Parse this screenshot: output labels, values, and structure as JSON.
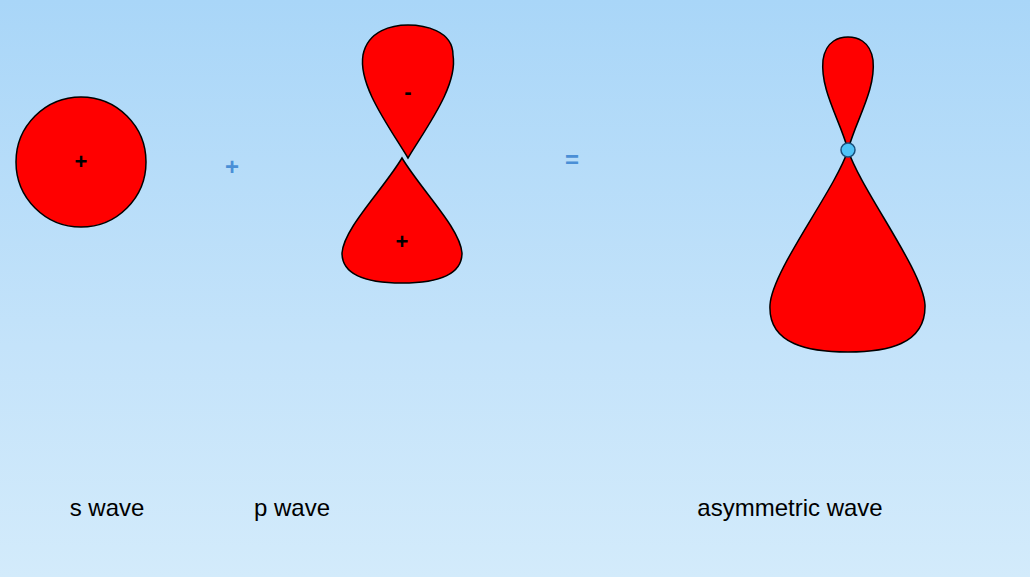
{
  "diagram": {
    "nodes": [
      {
        "text": [
          "+"
        ]
      },
      {
        "text": [
          "-"
        ]
      },
      {
        "text": [
          "+"
        ]
      }
    ],
    "labels": [
      "+",
      "=",
      "s wave",
      "p wave",
      "asymmetric wave"
    ]
  }
}
